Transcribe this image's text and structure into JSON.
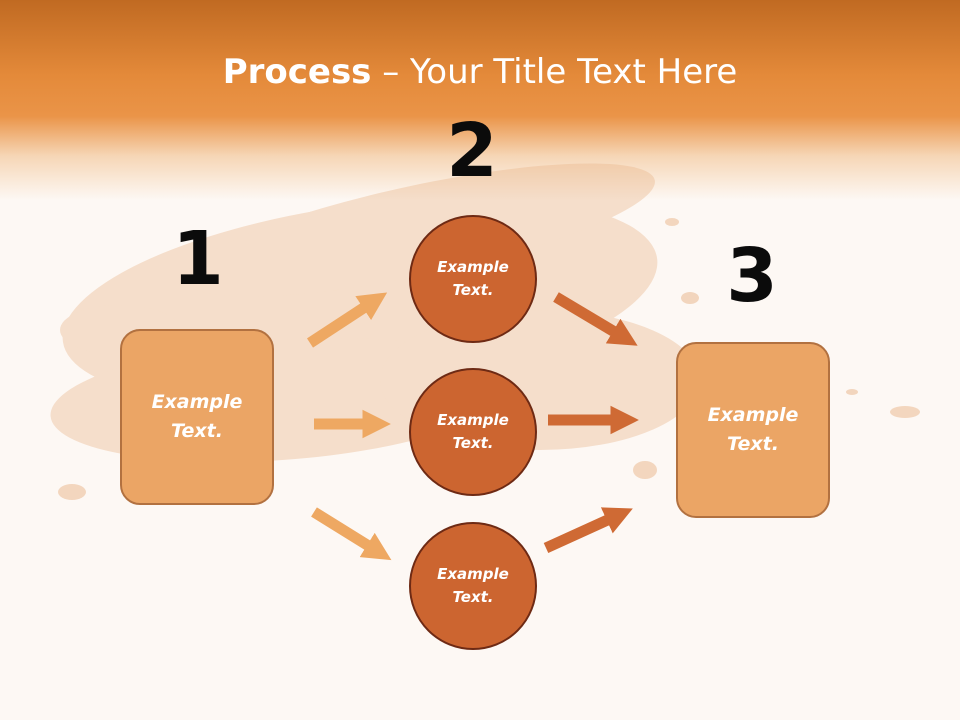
{
  "slide": {
    "title_bold": "Process",
    "title_rest": " – Your Title Text Here"
  },
  "steps": [
    {
      "number": "1",
      "label": "Example\nText."
    },
    {
      "number": "2",
      "label": "Example\nText."
    },
    {
      "number": "3",
      "label": "Example\nText."
    }
  ],
  "middle_items": [
    {
      "label": "Example\nText."
    },
    {
      "label": "Example\nText."
    },
    {
      "label": "Example\nText."
    }
  ],
  "colors": {
    "banner": "#e48a3a",
    "box_fill": "#eba565",
    "circle_fill": "#cc6530",
    "light_arrow": "#eea862",
    "dark_arrow": "#cf6a34",
    "number_text": "#0b0b0b"
  }
}
